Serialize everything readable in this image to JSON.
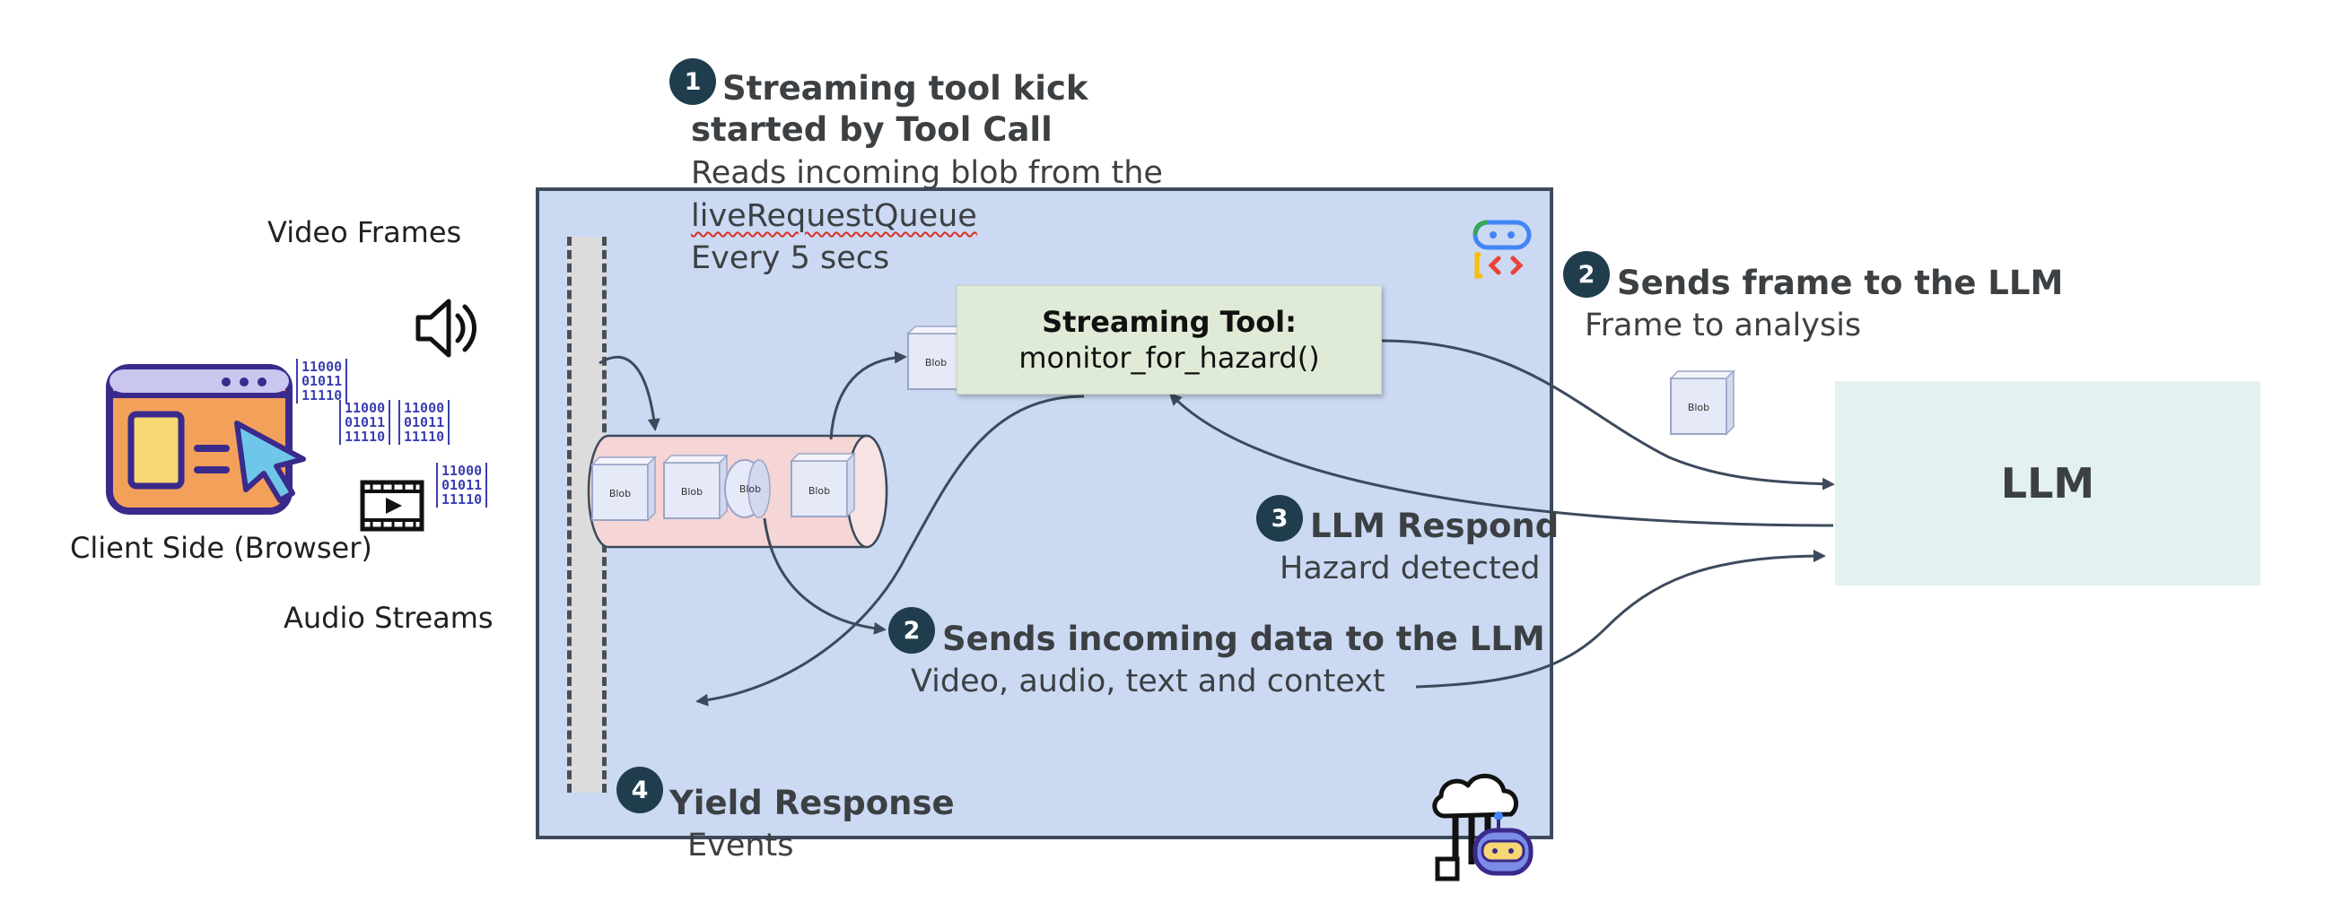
{
  "step1": {
    "badge": "1",
    "title_line1": "Streaming tool kick",
    "title_line2": "started by Tool Call",
    "desc_line1": "Reads incoming blob from the",
    "desc_line2": "liveRequestQueue",
    "desc_line3": "Every 5 secs"
  },
  "step2_frame": {
    "badge": "2",
    "title": "Sends frame to the LLM",
    "desc": "Frame to analysis"
  },
  "step2_data": {
    "badge": "2",
    "title": "Sends incoming data to the LLM",
    "desc": "Video, audio, text and context"
  },
  "step3": {
    "badge": "3",
    "title": "LLM Respond",
    "desc": "Hazard detected"
  },
  "step4": {
    "badge": "4",
    "title": "Yield Response",
    "desc": "Events"
  },
  "client": {
    "video_label": "Video Frames",
    "browser_label": "Client Side (Browser)",
    "audio_label": "Audio Streams",
    "binary": [
      "11000",
      "01011",
      "11110"
    ]
  },
  "tool": {
    "title": "Streaming Tool:",
    "function": "monitor_for_hazard()"
  },
  "llm": {
    "label": "LLM"
  },
  "blob_label": "Blob",
  "colors": {
    "container_fill": "#cbd9f3",
    "container_border": "#3c4a5c",
    "tool_fill": "#dfebd6",
    "llm_fill": "#e3f1f0",
    "queue_fill": "#f5d5d5",
    "badge": "#1f3d4d",
    "arrow": "#3c4a5c"
  }
}
